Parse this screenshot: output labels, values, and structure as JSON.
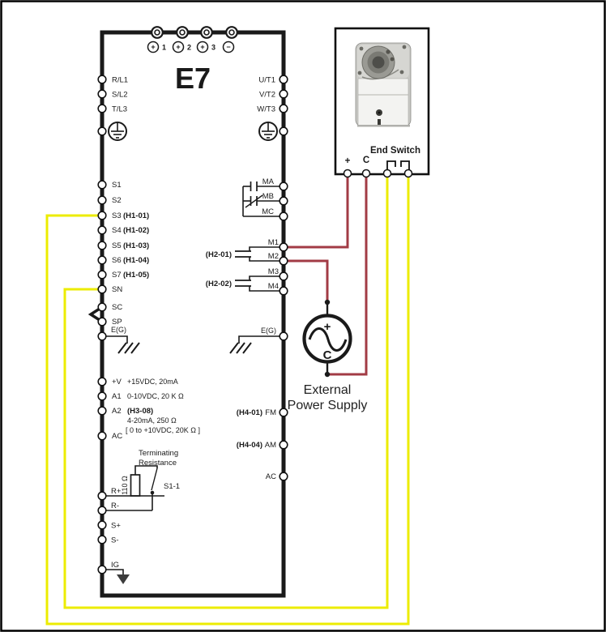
{
  "drive": {
    "name": "E7",
    "top_terminals": [
      {
        "sign": "+",
        "num": "1"
      },
      {
        "sign": "+",
        "num": "2"
      },
      {
        "sign": "+",
        "num": "3"
      },
      {
        "sign": "−",
        "num": ""
      }
    ],
    "left": {
      "power": [
        "R/L1",
        "S/L2",
        "T/L3"
      ],
      "inputs": [
        {
          "t": "S1",
          "code": ""
        },
        {
          "t": "S2",
          "code": ""
        },
        {
          "t": "S3",
          "code": "(H1-01)"
        },
        {
          "t": "S4",
          "code": "(H1-02)"
        },
        {
          "t": "S5",
          "code": "(H1-03)"
        },
        {
          "t": "S6",
          "code": "(H1-04)"
        },
        {
          "t": "S7",
          "code": "(H1-05)"
        },
        {
          "t": "SN",
          "code": ""
        },
        {
          "t": "SC",
          "code": ""
        },
        {
          "t": "SP",
          "code": ""
        }
      ],
      "ground": "E(G)",
      "analog": {
        "vref": {
          "t": "+V",
          "desc": "+15VDC, 20mA"
        },
        "a1": {
          "t": "A1",
          "desc": "0-10VDC, 20 K Ω"
        },
        "a2": {
          "t": "A2",
          "code": "(H3-08)",
          "desc1": "4-20mA, 250 Ω",
          "desc2": "[ 0 to +10VDC, 20K Ω ]"
        },
        "ac": "AC"
      },
      "comm": {
        "term_res_line1": "Terminating",
        "term_res_line2": "Resistance",
        "resistor": "110 Ω",
        "switch": "S1-1",
        "rp": "R+",
        "rm": "R-",
        "sp": "S+",
        "sm": "S-",
        "ig": "IG"
      }
    },
    "right": {
      "power": [
        "U/T1",
        "V/T2",
        "W/T3"
      ],
      "relay": [
        "MA",
        "MB",
        "MC"
      ],
      "contacts": [
        "M1",
        "M2",
        "M3",
        "M4"
      ],
      "codes": {
        "h2_01": "(H2-01)",
        "h2_02": "(H2-02)",
        "h4_01": "(H4-01)",
        "h4_04": "(H4-04)"
      },
      "monitors": {
        "fm": "FM",
        "am": "AM",
        "ac": "AC"
      },
      "ground": "E(G)"
    }
  },
  "actuator": {
    "end_switch": "End Switch",
    "plus": "+",
    "common": "C"
  },
  "power_supply": {
    "line1": "External",
    "line2": "Power Supply",
    "plus": "+",
    "common": "C"
  },
  "colors": {
    "line": "#1a1a1a",
    "wire_signal": "#ecec00",
    "wire_power": "#a23b45"
  }
}
